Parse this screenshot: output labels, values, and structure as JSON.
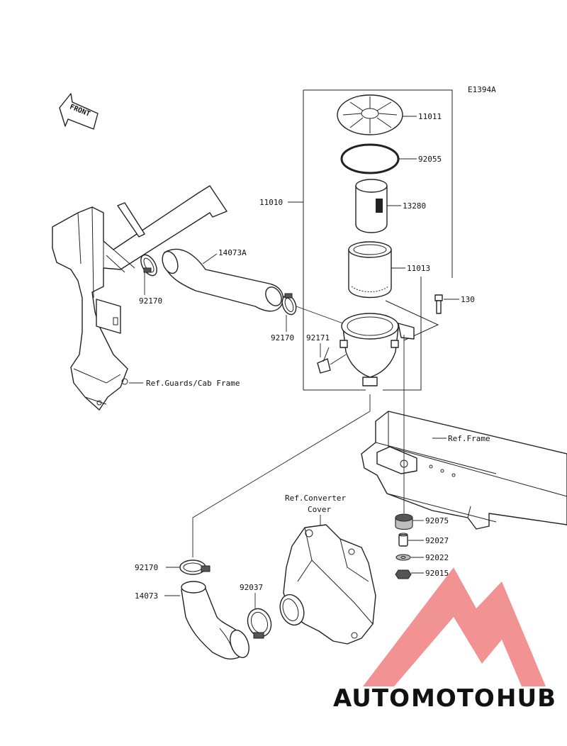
{
  "diagram_code": "E1394A",
  "front_label": "FRONT",
  "labels": {
    "p11011": "11011",
    "p92055": "92055",
    "p11010": "11010",
    "p13280": "13280",
    "p14073A": "14073A",
    "p11013": "11013",
    "p130": "130",
    "p92170_left": "92170",
    "p92170_mid": "92170",
    "p92171": "92171",
    "ref_guards": "Ref.Guards/Cab Frame",
    "ref_frame": "Ref.Frame",
    "ref_converter_1": "Ref.Converter",
    "ref_converter_2": "Cover",
    "p92075": "92075",
    "p92027": "92027",
    "p92022": "92022",
    "p92015": "92015",
    "p92170_bottom": "92170",
    "p92037": "92037",
    "p14073": "14073"
  },
  "watermark": {
    "text_a": "AUTO",
    "text_b": "MOTO",
    "text_c": "HUB",
    "color_a": "#f4c58a",
    "color_b": "#f2a1a1",
    "color_c": "#b5b5b5",
    "logo_color": "#f08080"
  }
}
